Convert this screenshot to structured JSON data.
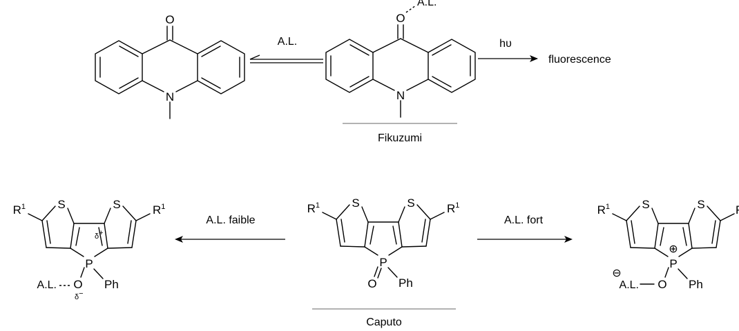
{
  "reagents": {
    "acid_top": "A.L.",
    "hv": "hυ",
    "fluorescence": "fluorescence",
    "weak": "A.L. faible",
    "strong": "A.L. fort"
  },
  "refs": {
    "top": "Fikuzumi",
    "bottom": "Caputo"
  },
  "atoms": {
    "O": "O",
    "N": "N",
    "S": "S",
    "P": "P",
    "Ph": "Ph",
    "R": "R",
    "one": "1",
    "AL": "A.L.",
    "delta": "δ",
    "plus": "+",
    "minus": "−",
    "circle_plus": "⊕",
    "circle_minus": "⊖"
  }
}
